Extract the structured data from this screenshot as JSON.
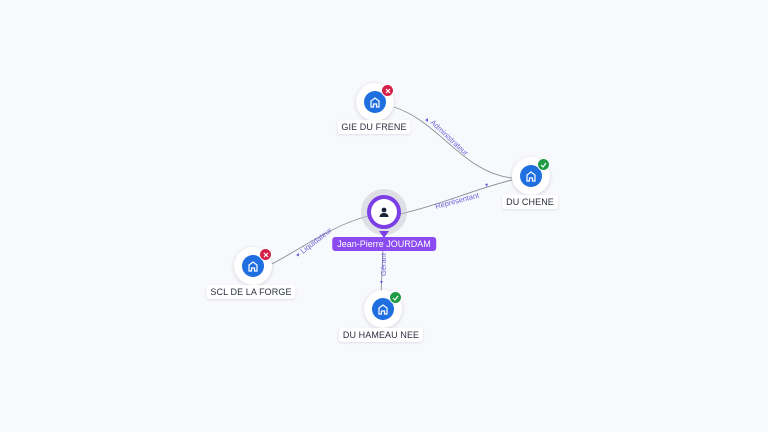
{
  "person": {
    "name": "Jean-Pierre JOURDAM",
    "icon": "person-icon",
    "color": "#7b3fe4"
  },
  "companies": [
    {
      "key": "gie-du-frene",
      "name": "GIE DU FRENE",
      "status": "closed",
      "icon": "building-icon"
    },
    {
      "key": "du-chene",
      "name": "DU CHENE",
      "status": "active",
      "icon": "building-icon"
    },
    {
      "key": "scl-de-la-forge",
      "name": "SCL DE LA FORGE",
      "status": "closed",
      "icon": "building-icon"
    },
    {
      "key": "du-hameau-nee",
      "name": "DU HAMEAU NEE",
      "status": "active",
      "icon": "building-icon"
    }
  ],
  "relations": [
    {
      "from": "gie-du-frene",
      "to": "du-chene",
      "label": "Administrateur"
    },
    {
      "from": "jean-pierre-jourdam",
      "to": "du-chene",
      "label": "Représentant"
    },
    {
      "from": "jean-pierre-jourdam",
      "to": "scl-de-la-forge",
      "label": "Liquidateur"
    },
    {
      "from": "jean-pierre-jourdam",
      "to": "du-hameau-nee",
      "label": "Gérant"
    }
  ],
  "status_colors": {
    "active": "#1f9b46",
    "closed": "#d4214a"
  }
}
